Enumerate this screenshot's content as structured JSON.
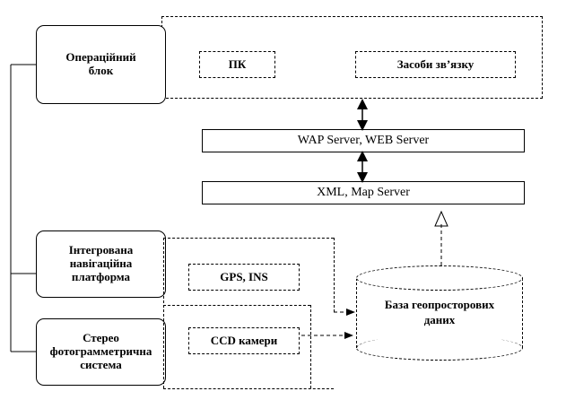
{
  "diagram": {
    "title_visible": false,
    "nodes": {
      "operational_unit": "Операційний\nблок",
      "pc": "ПК",
      "comm_tools": "Засоби зв’язку",
      "wap_web": "WAP Server, WEB Server",
      "xml_map": "XML, Map Server",
      "nav_platform": "Інтегрована\nнавігаційна\nплатформа",
      "gps_ins": "GPS, INS",
      "stereo_system": "Стерео\nфотограмметрична\nсистема",
      "ccd": "CCD камери",
      "geodb": "База геопросторових\nданих"
    },
    "node_lines": {
      "operational_unit": [
        "Операційний",
        "блок"
      ],
      "nav_platform": [
        "Інтегрована",
        "навігаційна",
        "платформа"
      ],
      "stereo_system": [
        "Стерео",
        "фотограмметрична",
        "система"
      ],
      "geodb": [
        "База геопросторових",
        "даних"
      ]
    },
    "colors": {
      "stroke": "#000000",
      "background": "#ffffff"
    }
  }
}
